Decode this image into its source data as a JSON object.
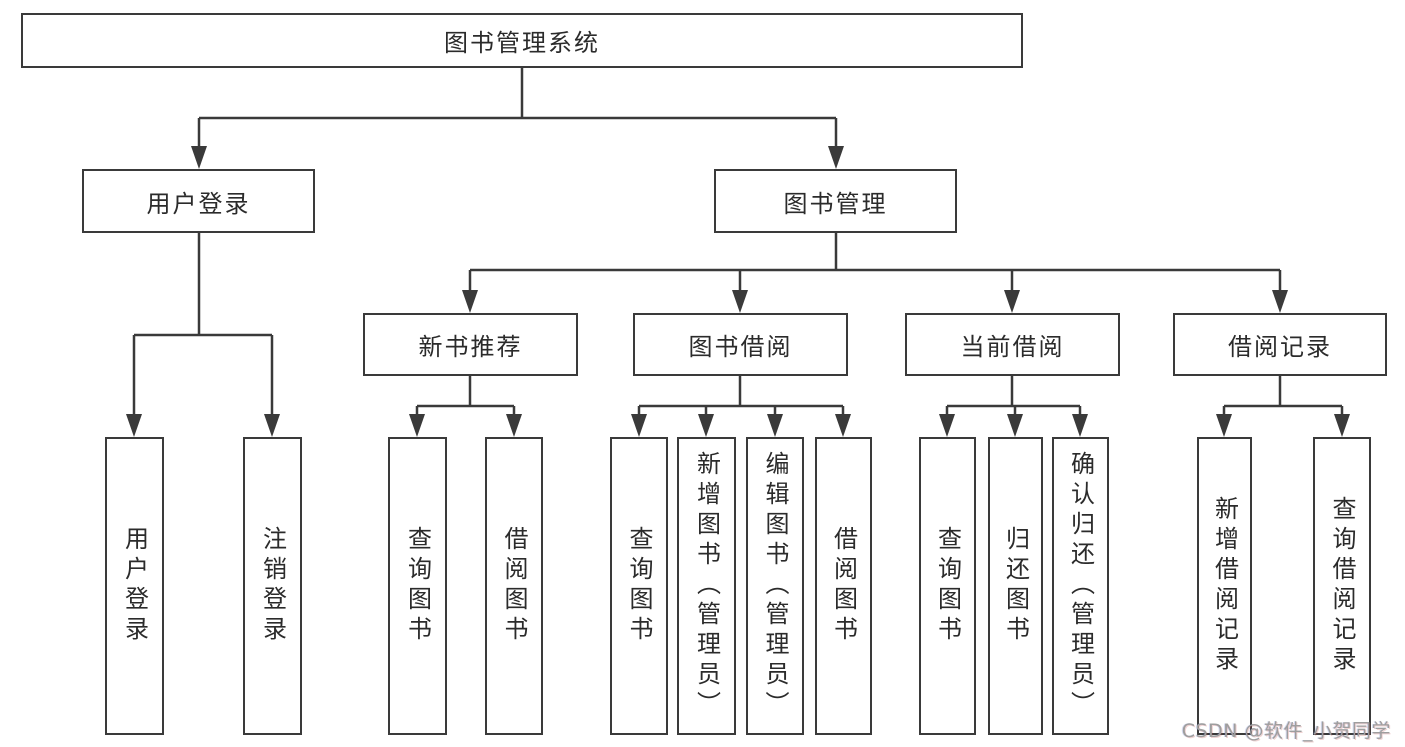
{
  "tree": {
    "label": "图书管理系统",
    "children": [
      {
        "label": "用户登录",
        "children": [
          {
            "label": "用户登录"
          },
          {
            "label": "注销登录"
          }
        ]
      },
      {
        "label": "图书管理",
        "children": [
          {
            "label": "新书推荐",
            "children": [
              {
                "label": "查询图书"
              },
              {
                "label": "借阅图书"
              }
            ]
          },
          {
            "label": "图书借阅",
            "children": [
              {
                "label": "查询图书"
              },
              {
                "label": "新增图书（管理员）"
              },
              {
                "label": "编辑图书（管理员）"
              },
              {
                "label": "借阅图书"
              }
            ]
          },
          {
            "label": "当前借阅",
            "children": [
              {
                "label": "查询图书"
              },
              {
                "label": "归还图书"
              },
              {
                "label": "确认归还（管理员）"
              }
            ]
          },
          {
            "label": "借阅记录",
            "children": [
              {
                "label": "新增借阅记录"
              },
              {
                "label": "查询借阅记录"
              }
            ]
          }
        ]
      }
    ]
  },
  "watermark": {
    "text": "CSDN @软件_小贺同学"
  },
  "colors": {
    "line": "#3a3a3a",
    "text": "#2b2b2b",
    "box_background": "#ffffff",
    "watermark": "#9e9e9e"
  }
}
